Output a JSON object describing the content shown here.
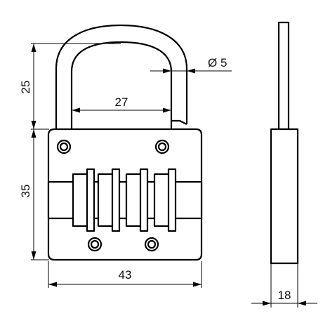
{
  "dimensions": {
    "shackle_height": "25",
    "shackle_inner_width": "27",
    "shackle_diameter": "Ø 5",
    "body_height": "35",
    "body_width": "43",
    "thickness": "18"
  }
}
